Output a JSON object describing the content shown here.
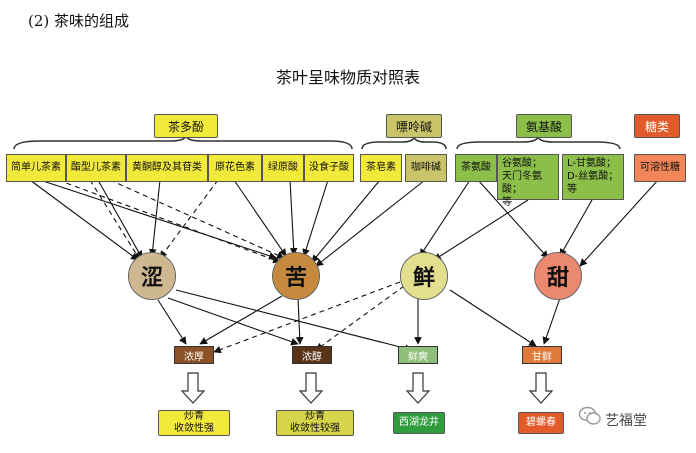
{
  "heading": "(2) 茶味的组成",
  "title": "茶叶呈味物质对照表",
  "categories": {
    "polyphenol": "茶多酚",
    "purine": "嘌呤碱",
    "amino": "氨基酸",
    "sugar": "糖类"
  },
  "substances": {
    "s1": "简单儿茶素",
    "s2": "酯型儿茶素",
    "s3": "黄酮醇及其苷类",
    "s4": "原花色素",
    "s5": "绿原酸",
    "s6": "没食子酸",
    "s7": "茶皂素",
    "s8": "咖啡碱",
    "s9": "茶氨酸",
    "s10": "谷氨酸；\n天门冬氨酸；\n等",
    "s11": "L-甘氨酸；\nD-丝氨酸；\n等",
    "s12": "可溶性糖"
  },
  "tastes": {
    "astringent": "涩",
    "bitter": "苦",
    "fresh": "鲜",
    "sweet": "甜"
  },
  "sensations": {
    "m1": "浓厚",
    "m2": "浓醇",
    "m3": "鲜爽",
    "m4": "甘鲜"
  },
  "results": {
    "r1": "炒青\n收敛性强",
    "r2": "炒青\n收敛性较强",
    "r3": "西湖龙井",
    "r4": "碧螺春"
  },
  "watermark": "艺福堂",
  "colors": {
    "yellow": "#f2ea3a",
    "olive": "#c9c46a",
    "green": "#8cbe4a",
    "dark_green": "#2f9c3e",
    "orange_red": "#e35a2a",
    "astringent": "#cdb892",
    "bitter": "#c58a3e",
    "fresh": "#e2e08e",
    "sweet": "#ea8870",
    "brown": "#8a5226",
    "dark_brown": "#5a3418",
    "light_green": "#8fbf7a",
    "orange": "#e07a3a"
  }
}
